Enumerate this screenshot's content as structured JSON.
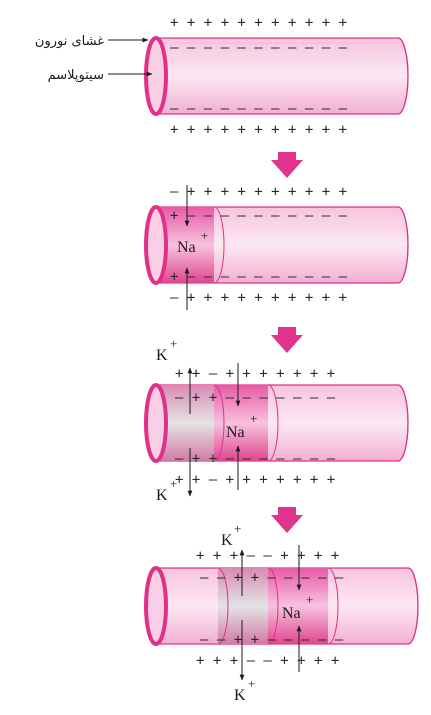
{
  "labels": {
    "membrane": "غشای نورون",
    "cytoplasm": "سیتوپلاسم"
  },
  "ions": {
    "sodium": "Na",
    "potassium": "K",
    "plus": "+"
  },
  "colors": {
    "membrane_pink": "#f4b6d6",
    "membrane_edge": "#e0308a",
    "sodium_zone": "#e85aa6",
    "potassium_zone": "#c8c8c8",
    "step_arrow": "#e0338c"
  }
}
